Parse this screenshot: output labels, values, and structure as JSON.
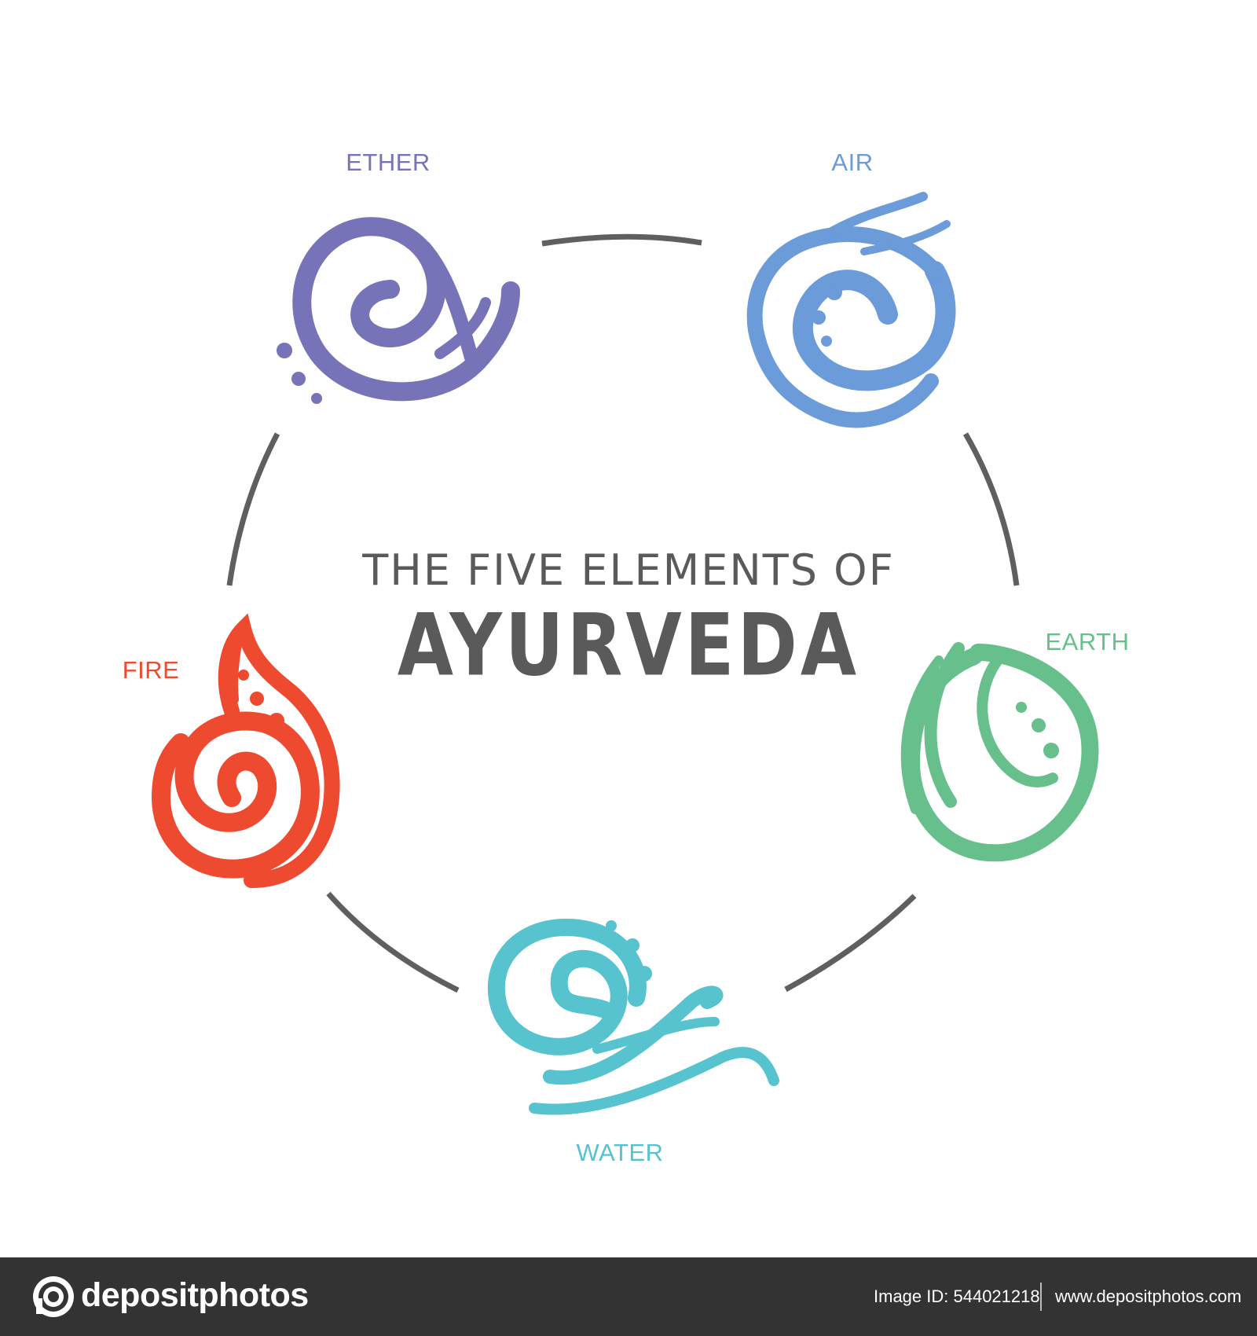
{
  "diagram": {
    "title_line1": "THE FIVE ELEMENTS OF",
    "title_line2": "AYURVEDA",
    "connector_color": "#5f5f5f",
    "elements": [
      {
        "name": "ETHER",
        "color": "#7773b8",
        "icon": "ether-spiral-icon"
      },
      {
        "name": "AIR",
        "color": "#6b9bd8",
        "icon": "air-wind-swirl-icon"
      },
      {
        "name": "EARTH",
        "color": "#67c08b",
        "icon": "earth-leaf-drop-icon"
      },
      {
        "name": "WATER",
        "color": "#56c3cf",
        "icon": "water-wave-icon"
      },
      {
        "name": "FIRE",
        "color": "#ee4a2f",
        "icon": "fire-flame-drop-icon"
      }
    ]
  },
  "footer": {
    "brand": "depositphotos",
    "image_id": "Image ID: 544021218",
    "site": "www.depositphotos.com",
    "background": "#333333"
  }
}
